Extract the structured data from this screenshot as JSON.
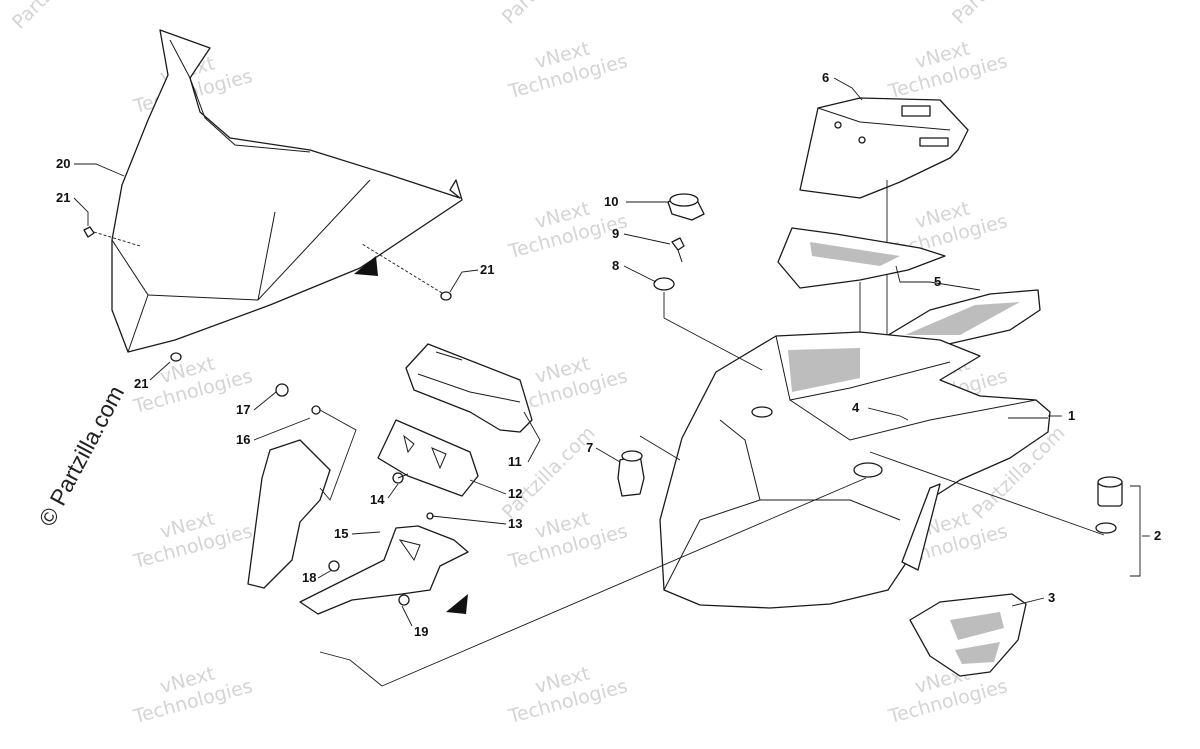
{
  "watermark": {
    "line1": "vNext",
    "line2": "Technologies",
    "side_text": "© Partzilla.com",
    "faint_text": "Partzilla.com"
  },
  "callouts": [
    {
      "id": "c1",
      "text": "1"
    },
    {
      "id": "c2",
      "text": "2"
    },
    {
      "id": "c3",
      "text": "3"
    },
    {
      "id": "c4",
      "text": "4"
    },
    {
      "id": "c5",
      "text": "5"
    },
    {
      "id": "c6",
      "text": "6"
    },
    {
      "id": "c7",
      "text": "7"
    },
    {
      "id": "c8",
      "text": "8"
    },
    {
      "id": "c9",
      "text": "9"
    },
    {
      "id": "c10",
      "text": "10"
    },
    {
      "id": "c11",
      "text": "11"
    },
    {
      "id": "c12",
      "text": "12"
    },
    {
      "id": "c13",
      "text": "13"
    },
    {
      "id": "c14",
      "text": "14"
    },
    {
      "id": "c15",
      "text": "15"
    },
    {
      "id": "c16",
      "text": "16"
    },
    {
      "id": "c17",
      "text": "17"
    },
    {
      "id": "c18",
      "text": "18"
    },
    {
      "id": "c19",
      "text": "19"
    },
    {
      "id": "c20",
      "text": "20"
    },
    {
      "id": "c21a",
      "text": "21"
    },
    {
      "id": "c21b",
      "text": "21"
    },
    {
      "id": "c21c",
      "text": "21"
    }
  ]
}
